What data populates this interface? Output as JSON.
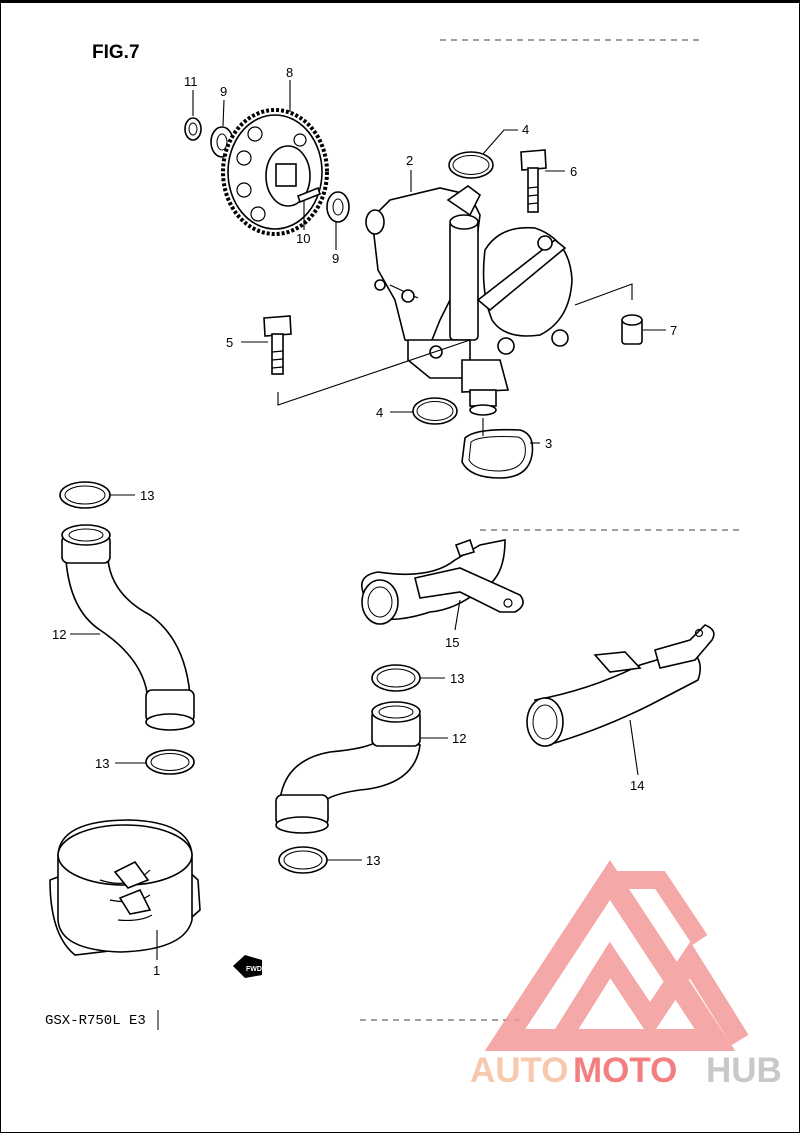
{
  "figure_title": "FIG.7",
  "model_code": "GSX-R750L E3",
  "fwd_badge": "FWD",
  "watermark": {
    "text_auto": "AUTO",
    "text_moto": "MOTO",
    "text_hub": "HUB",
    "color_auto": "#f6c0a0",
    "color_moto": "#f26b6b",
    "color_hub": "#bfbfbf"
  },
  "callouts": [
    "11",
    "9",
    "8",
    "10",
    "9",
    "4",
    "2",
    "6",
    "5",
    "7",
    "4",
    "3",
    "13",
    "12",
    "13",
    "15",
    "13",
    "12",
    "14",
    "13",
    "1"
  ]
}
